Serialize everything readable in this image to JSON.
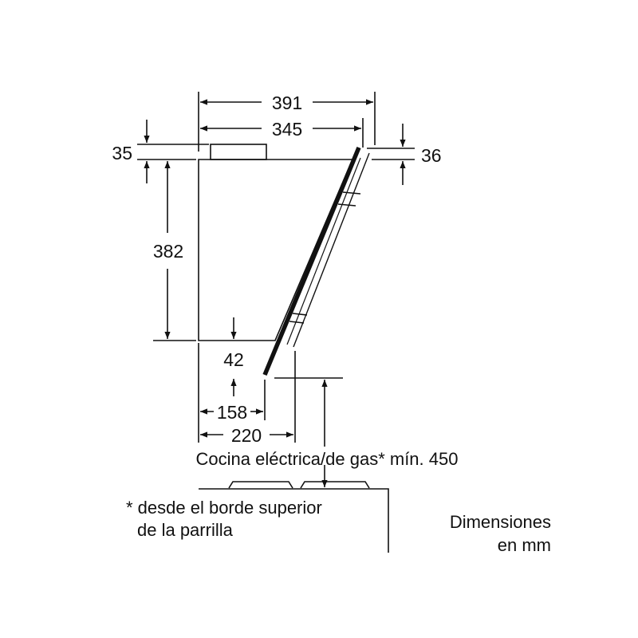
{
  "colors": {
    "line": "#111111",
    "background": "#ffffff"
  },
  "dimensions": {
    "total_width": "391",
    "body_width": "345",
    "chimney_height": "35",
    "glass_top_offset": "36",
    "body_height": "382",
    "bottom_step": "42",
    "depth_lower": "158",
    "depth_glass": "220"
  },
  "labels": {
    "cooktop": "Cocina eléctrica/de gas* mín. 450",
    "footnote_line1": "* desde el borde superior",
    "footnote_line2": "de la parrilla",
    "units_line1": "Dimensiones",
    "units_line2": "en mm"
  }
}
